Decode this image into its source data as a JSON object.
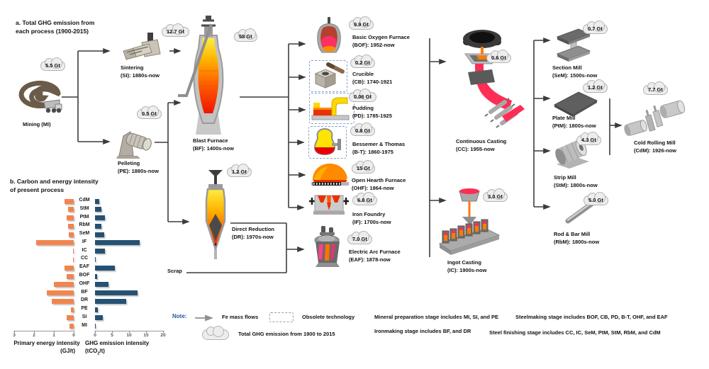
{
  "panel_a": {
    "title_line1": "a. Total GHG emission from",
    "title_line2": "each process (1900-2015)"
  },
  "panel_b": {
    "title_line1": "b. Carbon and energy intensity",
    "title_line2": "of present process"
  },
  "scrap_label": "Scrap",
  "processes": {
    "mi": {
      "name": "Mining (MI)",
      "emission": "5.5 Gt"
    },
    "si": {
      "name": "Sintering",
      "period": "(SI): 1880s-now",
      "emission": "12.7 Gt"
    },
    "pe": {
      "name": "Pelleting",
      "period": "(PE): 1880s-now",
      "emission": "0.5 Gt"
    },
    "bf": {
      "name": "Blast Furnace",
      "period": "(BF): 1400s-now",
      "emission": "58 Gt"
    },
    "dr": {
      "name": "Direct Reduction",
      "period": "(DR): 1970s-now",
      "emission": "1.2 Gt"
    },
    "bof": {
      "name": "Basic Oxygen Furnace",
      "period": "(BOF): 1952-now",
      "emission": "9.9 Gt"
    },
    "cb": {
      "name": "Crucible",
      "period": "(CB): 1740-1921",
      "emission": "0.2 Gt"
    },
    "pd": {
      "name": "Pudding",
      "period": "(PD): 1785-1925",
      "emission": "0.06 Gt"
    },
    "bt": {
      "name": "Bessemer & Thomas",
      "period": "(B-T): 1860-1975",
      "emission": "0.8 Gt"
    },
    "ohf": {
      "name": "Open Hearth Furnace",
      "period": "(OHF): 1864-now",
      "emission": "15 Gt"
    },
    "if": {
      "name": "Iron Foundry",
      "period": "(IF): 1700s-now",
      "emission": "6.8 Gt"
    },
    "eaf": {
      "name": "Electric Arc Furnace",
      "period": "(EAF): 1878-now",
      "emission": "7.0 Gt"
    },
    "cc": {
      "name": "Continuous Casting",
      "period": "(CC): 1955-now",
      "emission": "0.6 Gt"
    },
    "ic": {
      "name": "Ingot Casting",
      "period": "(IC): 1900s-now",
      "emission": "3.0 Gt"
    },
    "sem": {
      "name": "Section Mill",
      "period": "(SeM): 1500s-now",
      "emission": "0.7 Gt"
    },
    "ptm": {
      "name": "Plate Mill",
      "period": "(PtM): 1800s-now",
      "emission": "1.2 Gt"
    },
    "stm": {
      "name": "Strip Mill",
      "period": "(StM): 1800s-now",
      "emission": "4.3 Gt"
    },
    "rbm": {
      "name": "Rod & Bar Mill",
      "period": "(RbM): 1800s-now",
      "emission": "5.0 Gt"
    },
    "cdm": {
      "name": "Cold Rolling Mill",
      "period": "(CdM): 1926-now",
      "emission": "7.7 Gt"
    }
  },
  "note": {
    "label": "Note:",
    "label_color": "#2456a4",
    "fe_mass_flows": "Fe mass flows",
    "obsolete": "Obsolete technology",
    "cloud_legend": "Total GHG emission from 1900 to 2015"
  },
  "stage_notes": {
    "mineral": "Mineral preparation stage includes MI, SI, and PE",
    "steelmaking": "Steelmaking stage includes BOF, CB, PD, B-T, OHF, and EAF",
    "ironmaking": "Ironmaking stage includes BF, and DR",
    "finishing": "Steel finishing stage includes CC, IC, SeM, PtM, StM, RbM, and CdM"
  },
  "chart_data": {
    "type": "bar",
    "orientation": "horizontal diverging, two back-to-back axes, categories centered",
    "categories": [
      "CdM",
      "StM",
      "PtM",
      "RbM",
      "SeM",
      "IF",
      "IC",
      "CC",
      "EAF",
      "BOF",
      "OHF",
      "BF",
      "DR",
      "PE",
      "SI",
      "MI"
    ],
    "series": [
      {
        "name": "Primary energy intensity (GJ/t)",
        "side": "left (axis reversed)",
        "color": "#f2854e",
        "xlim": [
          0,
          3
        ],
        "ticks": [
          3,
          2,
          1,
          0
        ],
        "values": [
          0.45,
          0.3,
          0.35,
          0.3,
          0.25,
          1.9,
          0.05,
          0.05,
          0.45,
          0.35,
          1.0,
          1.35,
          1.1,
          0.15,
          0.35,
          0.2
        ]
      },
      {
        "name": "GHG emission intensity (tCO2/t)",
        "side": "right",
        "color": "#255173",
        "xlim": [
          0,
          20
        ],
        "ticks": [
          0,
          5,
          10,
          15,
          20
        ],
        "values": [
          1.2,
          1.9,
          3.0,
          1.9,
          2.7,
          13.1,
          2.9,
          0.3,
          5.9,
          0.7,
          4.0,
          12.6,
          9.2,
          0.8,
          2.2,
          0.3
        ]
      }
    ],
    "grid": false,
    "left_axis_label": "Primary energy intensity",
    "left_axis_unit": "(GJ/t)",
    "right_axis_label": "GHG emission intensity",
    "right_axis_unit_pre": "(tCO",
    "right_axis_unit_sub": "2",
    "right_axis_unit_post": "/t)"
  }
}
